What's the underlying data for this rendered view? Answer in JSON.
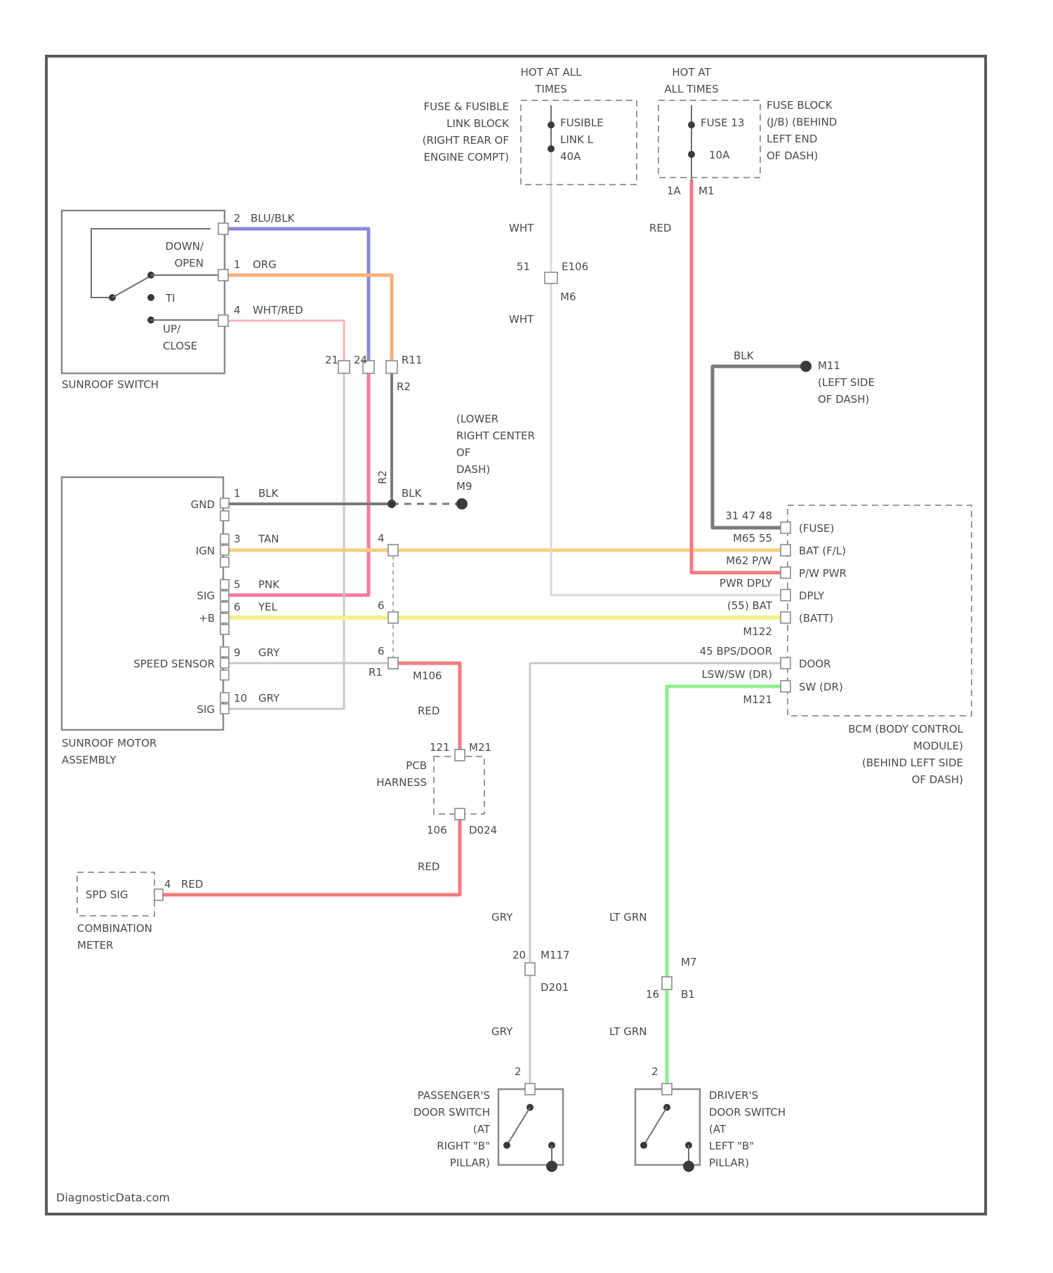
{
  "watermark": "DiagnosticData.com",
  "components": {
    "fusible_link_block": {
      "hot": [
        "HOT AT ALL",
        "TIMES"
      ],
      "name": [
        "FUSE & FUSIBLE",
        "LINK BLOCK",
        "(RIGHT REAR OF",
        "ENGINE COMPT)"
      ],
      "inner": [
        "FUSIBLE",
        "LINK L",
        "40A"
      ]
    },
    "fuse_block": {
      "hot": [
        "HOT AT",
        "ALL TIMES"
      ],
      "name": [
        "FUSE BLOCK",
        "(J/B) (BEHIND",
        "LEFT END",
        "OF DASH)"
      ],
      "inner": [
        "FUSE 13",
        "10A"
      ],
      "pin": "1A",
      "conn": "M1"
    },
    "sunroof_switch": {
      "name": "SUNROOF SWITCH",
      "labels": [
        "DOWN/",
        "OPEN",
        "TI",
        "UP/",
        "CLOSE"
      ]
    },
    "sunroof_motor": {
      "name": [
        "SUNROOF MOTOR",
        "ASSEMBLY"
      ],
      "labels": [
        "GND",
        "IGN",
        "SIG",
        "+B",
        "SPEED SENSOR",
        "SIG"
      ]
    },
    "ground_m9": [
      "(LOWER",
      "RIGHT CENTER",
      "OF",
      "DASH)",
      "M9"
    ],
    "ground_m11": [
      "M11",
      "(LEFT SIDE",
      "OF DASH)"
    ],
    "bcm": {
      "name": [
        "BCM (BODY CONTROL",
        "MODULE)",
        "(BEHIND LEFT SIDE",
        "OF DASH)"
      ],
      "pins": [
        "(FUSE)",
        "BAT (F/L)",
        "P/W PWR",
        "DPLY",
        "(BATT)",
        "DOOR",
        "SW (DR)"
      ]
    },
    "pcb_harness": [
      "PCB",
      "HARNESS"
    ],
    "combination_meter": {
      "inner": "SPD SIG",
      "name": [
        "COMBINATION",
        "METER"
      ]
    },
    "passenger_door_switch": [
      "PASSENGER'S",
      "DOOR SWITCH",
      "(AT",
      "RIGHT \"B\"",
      "PILLAR)"
    ],
    "driver_door_switch": [
      "DRIVER'S",
      "DOOR SWITCH",
      "(AT",
      "LEFT \"B\"",
      "PILLAR)"
    ]
  },
  "wires": {
    "sw_pin2": {
      "pin": "2",
      "color": "BLU/BLK"
    },
    "sw_pin1": {
      "pin": "1",
      "color": "ORG"
    },
    "sw_pin4": {
      "pin": "4",
      "color": "WHT/RED"
    },
    "wht_top": "WHT",
    "wht_bottom": "WHT",
    "red_fuse": "RED",
    "blk_m11": "BLK",
    "m_pin1": {
      "pin": "1",
      "color": "BLK"
    },
    "m_pin3": {
      "pin": "3",
      "color": "TAN"
    },
    "m_pin5": {
      "pin": "5",
      "color": "PNK"
    },
    "m_pin6": {
      "pin": "6",
      "color": "YEL"
    },
    "m_pin9": {
      "pin": "9",
      "color": "GRY"
    },
    "m_pin10": {
      "pin": "10",
      "color": "GRY"
    },
    "blk_ground": "BLK",
    "red_r": [
      "RED",
      "RED"
    ],
    "gry": [
      "GRY",
      "GRY"
    ],
    "ltgrn": [
      "LT GRN",
      "LT GRN"
    ],
    "meter_pin": {
      "pin": "4",
      "color": "RED"
    }
  },
  "wire_colors": {
    "BLU/BLK": "#8a8ad6",
    "ORG": "#f5b27a",
    "WHT/RED": "#f5b5b8",
    "RED": "#f47a7e",
    "PNK": "#f47aa0",
    "TAN": "#f5cf7a",
    "YEL": "#f5f08a",
    "GRY": "#c8c8c8",
    "BLK": "#7a7a7a",
    "WHT": "#d8d8d8",
    "LT GRN": "#8ef08a"
  },
  "connectors": {
    "e106": {
      "pin": "51",
      "name": "E106",
      "conn": "M6"
    },
    "r11": {
      "pins": [
        "21",
        "24",
        "R11"
      ],
      "r2": "R2"
    },
    "r2b": "R2",
    "tan_pin": "4",
    "yel_pin": "6",
    "gry_pin": "6",
    "r1": "R1",
    "m106": "M106",
    "m62": "M62",
    "pcb_top": {
      "pin": "121",
      "name": "M21"
    },
    "pcb_bottom": {
      "pin": "106",
      "name": "D024"
    },
    "d117": {
      "pin": "20",
      "name": "M117",
      "sub": "D201"
    },
    "m7": {
      "pin": "16",
      "name": "M7",
      "sub": "B1"
    },
    "pass_pin": "2",
    "drv_pin": "2",
    "bcm_left": [
      "31 47 48",
      "M65 55",
      "M62 P/W",
      "PWR DPLY",
      "(55) BAT",
      "M122",
      "45 BPS/DOOR",
      "LSW/SW (DR)",
      "M121"
    ]
  }
}
